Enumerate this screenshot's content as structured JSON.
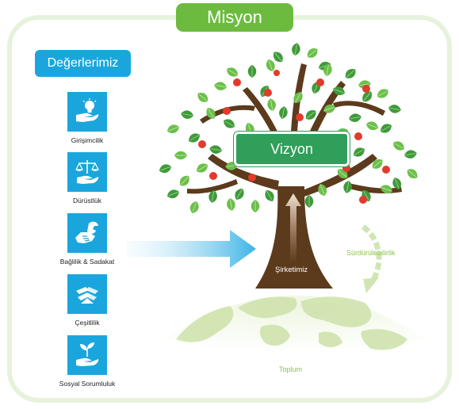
{
  "mission": {
    "title": "Misyon"
  },
  "values": {
    "header": "Değerlerimiz",
    "items": [
      {
        "label": "Girişimcilik",
        "icon": "lightbulb-hand-icon"
      },
      {
        "label": "Dürüstlük",
        "icon": "scales-hand-icon"
      },
      {
        "label": "Bağlilik & Sadakat",
        "icon": "wrench-handshake-icon"
      },
      {
        "label": "Çeşitlilik",
        "icon": "stacked-hands-icon"
      },
      {
        "label": "Sosyal Sorumluluk",
        "icon": "sprout-hand-icon"
      }
    ]
  },
  "tree": {
    "vision_label": "Vizyon",
    "trunk_label": "Şirketimiz"
  },
  "sustainability_label": "Sürdürülebilirlik",
  "society_label": "Toplum",
  "colors": {
    "mission_green": "#6cbb3f",
    "values_blue": "#1aa6dd",
    "vision_green": "#2f9f59",
    "trunk_brown": "#5c3a1c",
    "leaf_green": "#3f9a3a",
    "apple_red": "#e23a2c",
    "globe_green": "#d6e8b6"
  }
}
